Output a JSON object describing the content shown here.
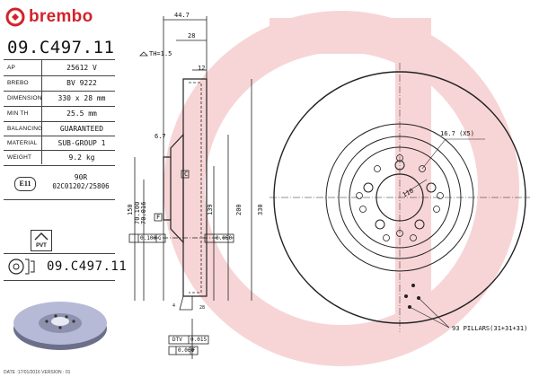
{
  "brand": {
    "name": "brembo",
    "color": "#d2232a"
  },
  "part_number": "09.C497.11",
  "specs": [
    {
      "key": "AP",
      "value": "25612 V"
    },
    {
      "key": "BREBO",
      "value": "BV 9222"
    },
    {
      "key": "DIMENSION",
      "value": "330 x 28 mm"
    },
    {
      "key": "MIN TH",
      "value": "25.5 mm"
    },
    {
      "key": "BALANCING",
      "value": "GUARANTEED"
    },
    {
      "key": "MATERIAL",
      "value": "SUB-GROUP 1"
    },
    {
      "key": "WEIGHT",
      "value": "9.2 kg"
    }
  ],
  "certification": {
    "mark": "E11",
    "line1": "90R",
    "line2": "02C01202/25806"
  },
  "pvt_label": "PVT",
  "footer": "DATE :17/01/2016 VERSION : 01",
  "drawing": {
    "dims_top": [
      "44.7",
      "28",
      "12"
    ],
    "min_th_label": "TH=1.5",
    "dim_6_7": "6.7",
    "label_c": "C",
    "label_f": "F",
    "diameters_left": [
      "150",
      "70.100",
      "70.016"
    ],
    "diameters_mid": [
      "139",
      "200"
    ],
    "diameter_outer": "330",
    "tol_flatness": "0.100",
    "tol_flatness_ref": "C",
    "tol_runout": "0.050",
    "dtv": "DTV",
    "dtv_value": "0.015",
    "parallel_value": "0.060",
    "parallel_ref": "F",
    "bolt_holes": "16.7 (X5)",
    "pcd": "110",
    "pillars": "93 PILLARS(31+31+31)",
    "small_dims": [
      "4",
      "28"
    ]
  }
}
